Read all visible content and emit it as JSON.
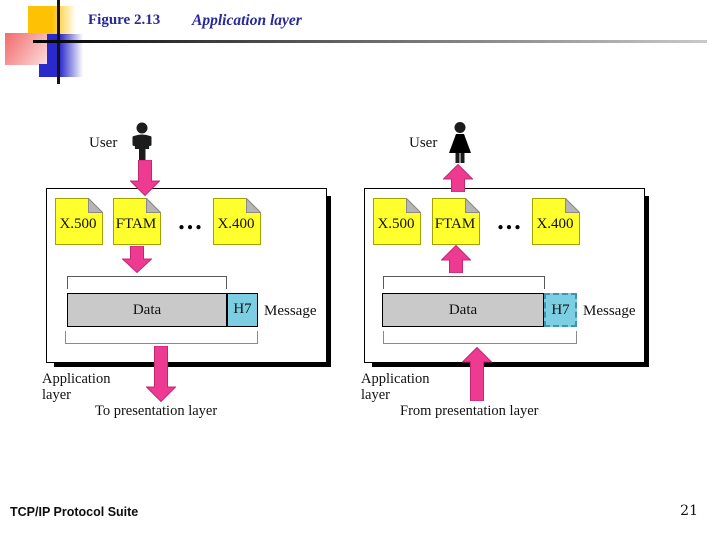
{
  "slide": {
    "figure_label": "Figure 2.13",
    "figure_title": "Application layer",
    "footer_title": "TCP/IP Protocol Suite",
    "page_number": "21"
  },
  "colors": {
    "title_blue": "#28289B",
    "arrow_pink": "#EE3A90",
    "arrow_outline": "#C22870",
    "doc_yellow": "#FFFF2E",
    "doc_border": "#A3A300",
    "fold_gray": "#B5B5B5",
    "data_gray": "#C9C9C9",
    "h7_cyan": "#7CCFE3",
    "h7_dashed_border": "#4193B5"
  },
  "left_diagram": {
    "user_label": "User",
    "protocols": [
      "X.500",
      "FTAM",
      "X.400"
    ],
    "ellipsis": "...",
    "bar": {
      "data_label": "Data",
      "header_label": "H7",
      "message_label": "Message"
    },
    "layer_label": "Application\nlayer",
    "direction_label": "To presentation layer"
  },
  "right_diagram": {
    "user_label": "User",
    "protocols": [
      "X.500",
      "FTAM",
      "X.400"
    ],
    "ellipsis": "...",
    "bar": {
      "data_label": "Data",
      "header_label": "H7",
      "message_label": "Message"
    },
    "layer_label": "Application\nlayer",
    "direction_label": "From presentation layer"
  }
}
